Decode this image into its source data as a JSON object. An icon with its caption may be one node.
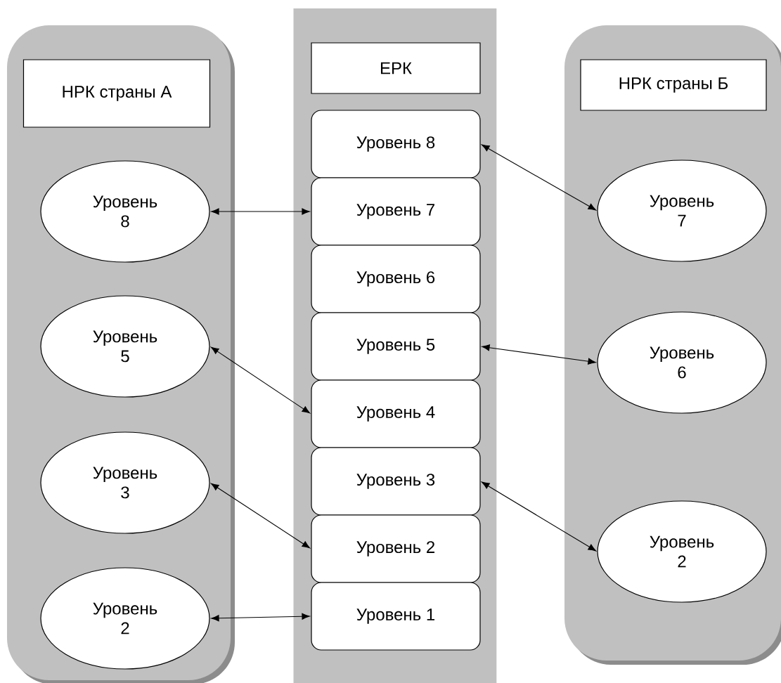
{
  "diagram": {
    "nodes": [
      {
        "text": [],
        "shape": "box"
      },
      {
        "text": [
          "НРК страны А"
        ],
        "in": 0
      },
      {
        "text": [
          "Уровень 8"
        ],
        "in": 0
      },
      {
        "text": [
          "Уровень 5"
        ],
        "in": 0
      },
      {
        "text": [
          "Уровень 3"
        ],
        "in": 0
      },
      {
        "text": [
          "Уровень 2"
        ],
        "in": 0
      },
      {
        "text": [],
        "shape": "bar"
      },
      {
        "text": [
          "ЕРК"
        ],
        "in": 6
      },
      {
        "text": [
          "Уровень 8"
        ],
        "in": 6
      },
      {
        "text": [
          "Уровень 7"
        ],
        "in": 6
      },
      {
        "text": [
          "Уровень 6"
        ],
        "in": 6
      },
      {
        "text": [
          "Уровень 5"
        ],
        "in": 6
      },
      {
        "text": [
          "Уровень 4"
        ],
        "in": 6
      },
      {
        "text": [
          "Уровень 3"
        ],
        "in": 6
      },
      {
        "text": [
          "Уровень 2"
        ],
        "in": 6
      },
      {
        "text": [
          "Уровень 1"
        ],
        "in": 6
      },
      {
        "text": [],
        "shape": "box"
      },
      {
        "text": [
          "НРК страны Б"
        ],
        "in": 16
      },
      {
        "text": [
          "Уровень 7"
        ],
        "in": 16
      },
      {
        "text": [
          "Уровень 6"
        ],
        "in": 16
      },
      {
        "text": [
          "Уровень 2"
        ],
        "in": 16
      }
    ],
    "edges": [
      {
        "from": 2,
        "to": 9,
        "arrow": "both"
      },
      {
        "from": 3,
        "to": 12,
        "arrow": "both"
      },
      {
        "from": 4,
        "to": 14,
        "arrow": "both"
      },
      {
        "from": 5,
        "to": 15,
        "arrow": "both"
      },
      {
        "from": 8,
        "to": 18,
        "arrow": "both"
      },
      {
        "from": 11,
        "to": 19,
        "arrow": "both"
      },
      {
        "from": 13,
        "to": 20,
        "arrow": "both"
      }
    ]
  }
}
